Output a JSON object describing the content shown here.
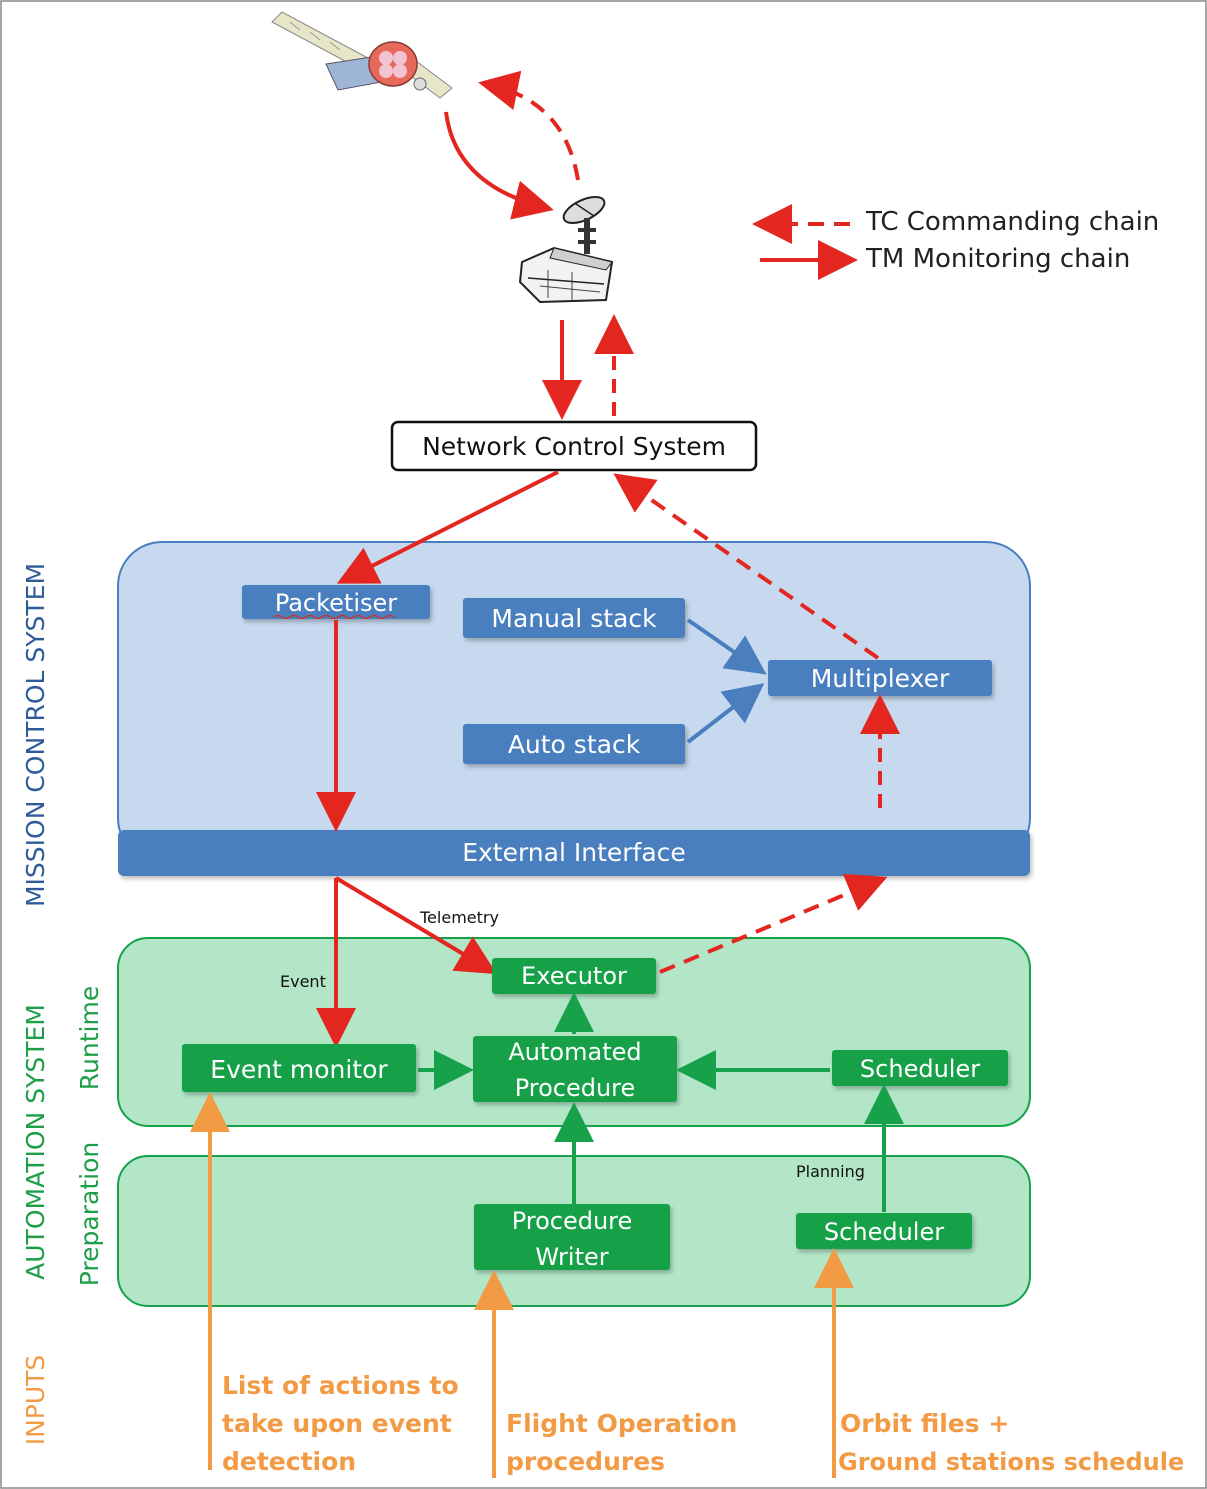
{
  "legend": {
    "tc_label": "TC Commanding  chain",
    "tm_label": "TM Monitoring chain"
  },
  "network_control": {
    "label": "Network Control System"
  },
  "mission_control": {
    "side_label": "MISSION CONTROL SYSTEM",
    "packetiser": "Packetiser",
    "manual_stack": "Manual stack",
    "auto_stack": "Auto stack",
    "multiplexer": "Multiplexer",
    "external_interface": "External Interface"
  },
  "flow_labels": {
    "telemetry": "Telemetry",
    "event": "Event",
    "planning": "Planning"
  },
  "automation": {
    "side_label": "AUTOMATION  SYSTEM",
    "runtime_label": "Runtime",
    "preparation_label": "Preparation",
    "executor": "Executor",
    "event_monitor": "Event monitor",
    "automated_procedure_line1": "Automated",
    "automated_procedure_line2": "Procedure",
    "scheduler_runtime": "Scheduler",
    "procedure_writer_line1": "Procedure",
    "procedure_writer_line2": "Writer",
    "scheduler_prep": "Scheduler"
  },
  "inputs": {
    "side_label": "INPUTS",
    "event_actions_line1": "List of actions to",
    "event_actions_line2": "take upon event",
    "event_actions_line3": "detection",
    "flight_ops_line1": "Flight Operation",
    "flight_ops_line2": "procedures",
    "orbit_line1": "Orbit files +",
    "orbit_line2": "Ground stations schedule"
  },
  "colors": {
    "red": "#e3261f",
    "blue_box": "#4a7ebf",
    "blue_panel": "#c6d9ee",
    "blue_text": "#2e5c99",
    "green_box": "#16a14a",
    "green_panel": "#b2e6c7",
    "green_text": "#1e9e48",
    "orange": "#f39a45"
  }
}
